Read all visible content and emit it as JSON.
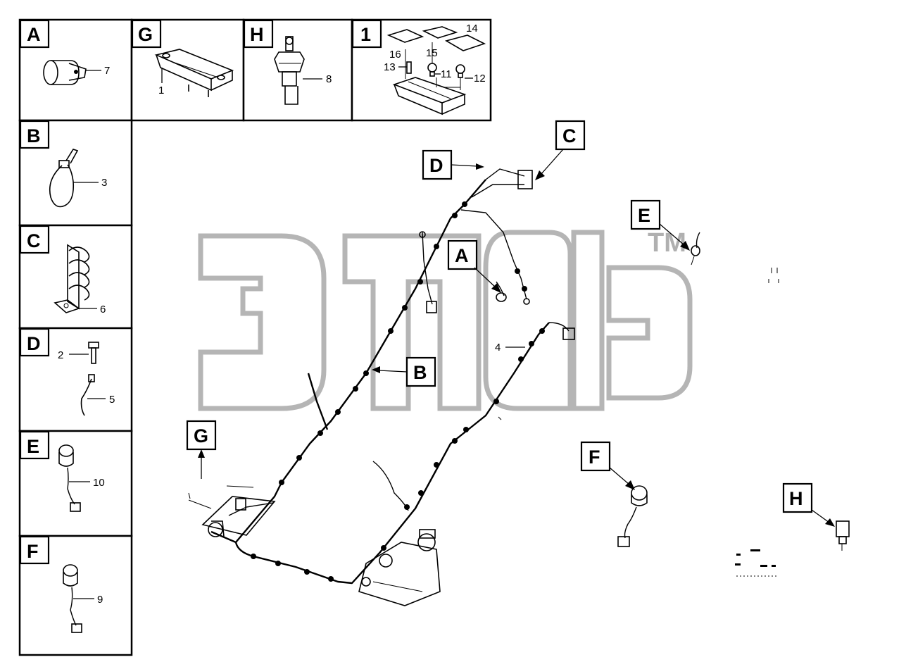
{
  "watermark": {
    "tm": "TM"
  },
  "panels": [
    {
      "id": "A",
      "letter": "A",
      "callouts": [
        "7"
      ]
    },
    {
      "id": "G",
      "letter": "G",
      "callouts": [
        "1"
      ]
    },
    {
      "id": "H",
      "letter": "H",
      "callouts": [
        "8"
      ]
    },
    {
      "id": "1",
      "letter": "1",
      "callouts": [
        "14",
        "16",
        "15",
        "13",
        "11",
        "12"
      ]
    },
    {
      "id": "B",
      "letter": "B",
      "callouts": [
        "3"
      ]
    },
    {
      "id": "C",
      "letter": "C",
      "callouts": [
        "6"
      ]
    },
    {
      "id": "D",
      "letter": "D",
      "callouts": [
        "2",
        "5"
      ]
    },
    {
      "id": "E",
      "letter": "E",
      "callouts": [
        "10"
      ]
    },
    {
      "id": "F",
      "letter": "F",
      "callouts": [
        "9"
      ]
    }
  ],
  "main_labels": [
    {
      "id": "C",
      "letter": "C"
    },
    {
      "id": "D",
      "letter": "D"
    },
    {
      "id": "E",
      "letter": "E"
    },
    {
      "id": "A",
      "letter": "A"
    },
    {
      "id": "B",
      "letter": "B"
    },
    {
      "id": "G",
      "letter": "G"
    },
    {
      "id": "F",
      "letter": "F"
    },
    {
      "id": "H",
      "letter": "H"
    }
  ],
  "main_callouts": {
    "harness": "4"
  }
}
